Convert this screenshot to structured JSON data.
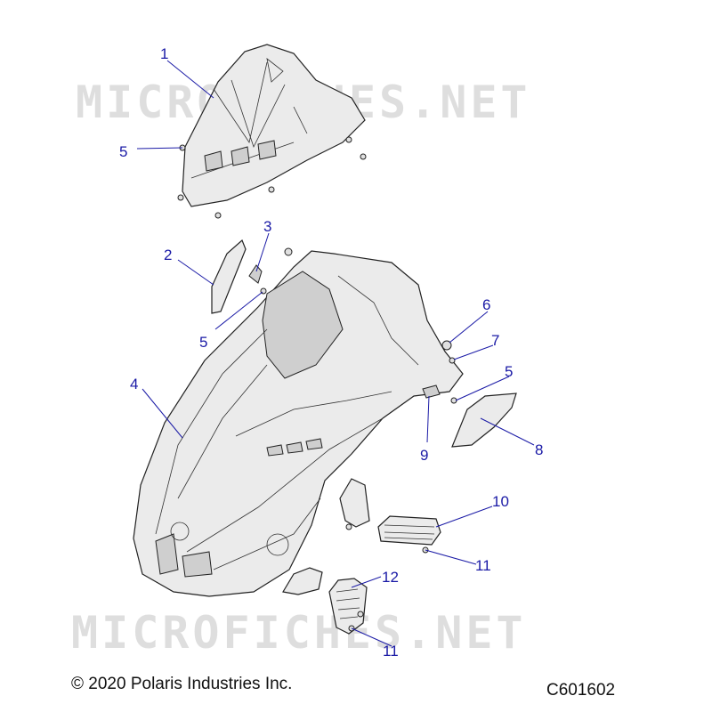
{
  "watermark": "MICROFICHES.NET",
  "copyright": "© 2020 Polaris Industries Inc.",
  "diagram_code": "C601602",
  "callouts": [
    "1",
    "2",
    "3",
    "4",
    "5",
    "5",
    "5",
    "6",
    "7",
    "8",
    "9",
    "10",
    "11",
    "11",
    "12"
  ],
  "colors": {
    "callout": "#1a1aa6",
    "line_art": "#222222"
  }
}
